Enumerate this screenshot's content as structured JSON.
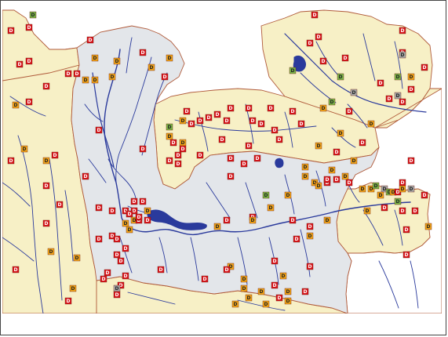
{
  "colors": {
    "background": "#ffffff",
    "region_outer": "#f7f0c6",
    "region_basin": "#e3e6ea",
    "region_border": "#b05a3a",
    "river": "#2a3a9c",
    "status_red": "#d8151b",
    "status_orange": "#f2a519",
    "status_green": "#7ab648",
    "status_gray": "#a9a9a9",
    "label_light": "#ffffff",
    "label_dark": "#222222"
  },
  "marker_label": "D",
  "markers": [
    {
      "status": "red",
      "x": 0.71,
      "y": 0.04
    },
    {
      "status": "green",
      "x": 0.07,
      "y": 0.04
    },
    {
      "status": "red",
      "x": 0.06,
      "y": 0.08
    },
    {
      "status": "red",
      "x": 0.02,
      "y": 0.09
    },
    {
      "status": "red",
      "x": 0.91,
      "y": 0.09
    },
    {
      "status": "red",
      "x": 0.72,
      "y": 0.11
    },
    {
      "status": "red",
      "x": 0.7,
      "y": 0.13
    },
    {
      "status": "red",
      "x": 0.91,
      "y": 0.16
    },
    {
      "status": "red",
      "x": 0.2,
      "y": 0.12
    },
    {
      "status": "orange",
      "x": 0.21,
      "y": 0.18
    },
    {
      "status": "red",
      "x": 0.32,
      "y": 0.16
    },
    {
      "status": "red",
      "x": 0.06,
      "y": 0.19
    },
    {
      "status": "red",
      "x": 0.04,
      "y": 0.2
    },
    {
      "status": "orange",
      "x": 0.26,
      "y": 0.19
    },
    {
      "status": "orange",
      "x": 0.34,
      "y": 0.21
    },
    {
      "status": "orange",
      "x": 0.38,
      "y": 0.18
    },
    {
      "status": "red",
      "x": 0.78,
      "y": 0.18
    },
    {
      "status": "gray",
      "x": 0.91,
      "y": 0.17
    },
    {
      "status": "red",
      "x": 0.73,
      "y": 0.19
    },
    {
      "status": "red",
      "x": 0.96,
      "y": 0.21
    },
    {
      "status": "red",
      "x": 0.15,
      "y": 0.23
    },
    {
      "status": "red",
      "x": 0.17,
      "y": 0.23
    },
    {
      "status": "orange",
      "x": 0.25,
      "y": 0.24
    },
    {
      "status": "orange",
      "x": 0.21,
      "y": 0.25
    },
    {
      "status": "orange",
      "x": 0.19,
      "y": 0.25
    },
    {
      "status": "green",
      "x": 0.66,
      "y": 0.22
    },
    {
      "status": "green",
      "x": 0.77,
      "y": 0.24
    },
    {
      "status": "green",
      "x": 0.9,
      "y": 0.24
    },
    {
      "status": "red",
      "x": 0.86,
      "y": 0.26
    },
    {
      "status": "orange",
      "x": 0.93,
      "y": 0.24
    },
    {
      "status": "red",
      "x": 0.37,
      "y": 0.24
    },
    {
      "status": "red",
      "x": 0.1,
      "y": 0.27
    },
    {
      "status": "red",
      "x": 0.93,
      "y": 0.28
    },
    {
      "status": "gray",
      "x": 0.8,
      "y": 0.29
    },
    {
      "status": "gray",
      "x": 0.9,
      "y": 0.3
    },
    {
      "status": "red",
      "x": 0.06,
      "y": 0.32
    },
    {
      "status": "orange",
      "x": 0.03,
      "y": 0.33
    },
    {
      "status": "green",
      "x": 0.75,
      "y": 0.32
    },
    {
      "status": "red",
      "x": 0.88,
      "y": 0.31
    },
    {
      "status": "red",
      "x": 0.91,
      "y": 0.32
    },
    {
      "status": "red",
      "x": 0.52,
      "y": 0.34
    },
    {
      "status": "red",
      "x": 0.42,
      "y": 0.35
    },
    {
      "status": "red",
      "x": 0.49,
      "y": 0.36
    },
    {
      "status": "red",
      "x": 0.51,
      "y": 0.38
    },
    {
      "status": "red",
      "x": 0.47,
      "y": 0.37
    },
    {
      "status": "red",
      "x": 0.45,
      "y": 0.38
    },
    {
      "status": "red",
      "x": 0.61,
      "y": 0.34
    },
    {
      "status": "red",
      "x": 0.66,
      "y": 0.35
    },
    {
      "status": "red",
      "x": 0.56,
      "y": 0.34
    },
    {
      "status": "orange",
      "x": 0.73,
      "y": 0.34
    },
    {
      "status": "red",
      "x": 0.79,
      "y": 0.35
    },
    {
      "status": "orange",
      "x": 0.41,
      "y": 0.38
    },
    {
      "status": "red",
      "x": 0.43,
      "y": 0.39
    },
    {
      "status": "orange",
      "x": 0.38,
      "y": 0.43
    },
    {
      "status": "green",
      "x": 0.38,
      "y": 0.4
    },
    {
      "status": "red",
      "x": 0.57,
      "y": 0.38
    },
    {
      "status": "red",
      "x": 0.59,
      "y": 0.39
    },
    {
      "status": "red",
      "x": 0.62,
      "y": 0.41
    },
    {
      "status": "red",
      "x": 0.68,
      "y": 0.39
    },
    {
      "status": "orange",
      "x": 0.77,
      "y": 0.42
    },
    {
      "status": "orange",
      "x": 0.84,
      "y": 0.39
    },
    {
      "status": "red",
      "x": 0.82,
      "y": 0.45
    },
    {
      "status": "red",
      "x": 0.22,
      "y": 0.41
    },
    {
      "status": "orange",
      "x": 0.41,
      "y": 0.45
    },
    {
      "status": "red",
      "x": 0.39,
      "y": 0.45
    },
    {
      "status": "red",
      "x": 0.41,
      "y": 0.47
    },
    {
      "status": "red",
      "x": 0.4,
      "y": 0.49
    },
    {
      "status": "red",
      "x": 0.5,
      "y": 0.44
    },
    {
      "status": "red",
      "x": 0.32,
      "y": 0.47
    },
    {
      "status": "red",
      "x": 0.56,
      "y": 0.46
    },
    {
      "status": "red",
      "x": 0.63,
      "y": 0.44
    },
    {
      "status": "orange",
      "x": 0.72,
      "y": 0.46
    },
    {
      "status": "red",
      "x": 0.76,
      "y": 0.48
    },
    {
      "status": "red",
      "x": 0.52,
      "y": 0.5
    },
    {
      "status": "red",
      "x": 0.58,
      "y": 0.5
    },
    {
      "status": "red",
      "x": 0.45,
      "y": 0.49
    },
    {
      "status": "orange",
      "x": 0.05,
      "y": 0.47
    },
    {
      "status": "red",
      "x": 0.02,
      "y": 0.51
    },
    {
      "status": "red",
      "x": 0.12,
      "y": 0.49
    },
    {
      "status": "orange",
      "x": 0.1,
      "y": 0.51
    },
    {
      "status": "red",
      "x": 0.38,
      "y": 0.51
    },
    {
      "status": "red",
      "x": 0.4,
      "y": 0.52
    },
    {
      "status": "red",
      "x": 0.55,
      "y": 0.52
    },
    {
      "status": "orange",
      "x": 0.69,
      "y": 0.53
    },
    {
      "status": "orange",
      "x": 0.8,
      "y": 0.51
    },
    {
      "status": "red",
      "x": 0.93,
      "y": 0.51
    },
    {
      "status": "orange",
      "x": 0.75,
      "y": 0.54
    },
    {
      "status": "red",
      "x": 0.91,
      "y": 0.58
    },
    {
      "status": "red",
      "x": 0.79,
      "y": 0.58
    },
    {
      "status": "red",
      "x": 0.76,
      "y": 0.57
    },
    {
      "status": "red",
      "x": 0.74,
      "y": 0.58
    },
    {
      "status": "red",
      "x": 0.52,
      "y": 0.56
    },
    {
      "status": "orange",
      "x": 0.69,
      "y": 0.56
    },
    {
      "status": "orange",
      "x": 0.71,
      "y": 0.58
    },
    {
      "status": "orange",
      "x": 0.72,
      "y": 0.59
    },
    {
      "status": "red",
      "x": 0.74,
      "y": 0.57
    },
    {
      "status": "orange",
      "x": 0.78,
      "y": 0.56
    },
    {
      "status": "red",
      "x": 0.19,
      "y": 0.56
    },
    {
      "status": "red",
      "x": 0.1,
      "y": 0.59
    },
    {
      "status": "orange",
      "x": 0.82,
      "y": 0.6
    },
    {
      "status": "orange",
      "x": 0.84,
      "y": 0.6
    },
    {
      "status": "green",
      "x": 0.85,
      "y": 0.59
    },
    {
      "status": "gray",
      "x": 0.87,
      "y": 0.6
    },
    {
      "status": "orange",
      "x": 0.86,
      "y": 0.62
    },
    {
      "status": "green",
      "x": 0.88,
      "y": 0.61
    },
    {
      "status": "orange",
      "x": 0.89,
      "y": 0.61
    },
    {
      "status": "red",
      "x": 0.9,
      "y": 0.61
    },
    {
      "status": "orange",
      "x": 0.91,
      "y": 0.6
    },
    {
      "status": "gray",
      "x": 0.93,
      "y": 0.6
    },
    {
      "status": "green",
      "x": 0.6,
      "y": 0.62
    },
    {
      "status": "orange",
      "x": 0.65,
      "y": 0.62
    },
    {
      "status": "red",
      "x": 0.96,
      "y": 0.62
    },
    {
      "status": "green",
      "x": 0.9,
      "y": 0.64
    },
    {
      "status": "red",
      "x": 0.87,
      "y": 0.66
    },
    {
      "status": "orange",
      "x": 0.83,
      "y": 0.67
    },
    {
      "status": "red",
      "x": 0.91,
      "y": 0.67
    },
    {
      "status": "red",
      "x": 0.94,
      "y": 0.67
    },
    {
      "status": "red",
      "x": 0.13,
      "y": 0.65
    },
    {
      "status": "red",
      "x": 0.3,
      "y": 0.64
    },
    {
      "status": "red",
      "x": 0.32,
      "y": 0.64
    },
    {
      "status": "red",
      "x": 0.22,
      "y": 0.66
    },
    {
      "status": "red",
      "x": 0.25,
      "y": 0.67
    },
    {
      "status": "red",
      "x": 0.28,
      "y": 0.67
    },
    {
      "status": "red",
      "x": 0.3,
      "y": 0.67
    },
    {
      "status": "red",
      "x": 0.29,
      "y": 0.68
    },
    {
      "status": "orange",
      "x": 0.3,
      "y": 0.7
    },
    {
      "status": "red",
      "x": 0.31,
      "y": 0.7
    },
    {
      "status": "red",
      "x": 0.33,
      "y": 0.7
    },
    {
      "status": "red",
      "x": 0.31,
      "y": 0.69
    },
    {
      "status": "orange",
      "x": 0.33,
      "y": 0.67
    },
    {
      "status": "orange",
      "x": 0.61,
      "y": 0.66
    },
    {
      "status": "red",
      "x": 0.57,
      "y": 0.69
    },
    {
      "status": "orange",
      "x": 0.57,
      "y": 0.7
    },
    {
      "status": "red",
      "x": 0.66,
      "y": 0.7
    },
    {
      "status": "orange",
      "x": 0.74,
      "y": 0.7
    },
    {
      "status": "red",
      "x": 0.51,
      "y": 0.7
    },
    {
      "status": "orange",
      "x": 0.28,
      "y": 0.71
    },
    {
      "status": "red",
      "x": 0.1,
      "y": 0.71
    },
    {
      "status": "orange",
      "x": 0.49,
      "y": 0.72
    },
    {
      "status": "red",
      "x": 0.7,
      "y": 0.72
    },
    {
      "status": "orange",
      "x": 0.97,
      "y": 0.72
    },
    {
      "status": "red",
      "x": 0.92,
      "y": 0.73
    },
    {
      "status": "orange",
      "x": 0.29,
      "y": 0.73
    },
    {
      "status": "red",
      "x": 0.25,
      "y": 0.75
    },
    {
      "status": "red",
      "x": 0.22,
      "y": 0.76
    },
    {
      "status": "red",
      "x": 0.26,
      "y": 0.76
    },
    {
      "status": "orange",
      "x": 0.7,
      "y": 0.75
    },
    {
      "status": "red",
      "x": 0.67,
      "y": 0.76
    },
    {
      "status": "red",
      "x": 0.28,
      "y": 0.79
    },
    {
      "status": "orange",
      "x": 0.11,
      "y": 0.8
    },
    {
      "status": "red",
      "x": 0.26,
      "y": 0.81
    },
    {
      "status": "orange",
      "x": 0.17,
      "y": 0.82
    },
    {
      "status": "red",
      "x": 0.27,
      "y": 0.83
    },
    {
      "status": "red",
      "x": 0.92,
      "y": 0.81
    },
    {
      "status": "red",
      "x": 0.62,
      "y": 0.83
    },
    {
      "status": "orange",
      "x": 0.52,
      "y": 0.85
    },
    {
      "status": "red",
      "x": 0.36,
      "y": 0.86
    },
    {
      "status": "red",
      "x": 0.51,
      "y": 0.86
    },
    {
      "status": "red",
      "x": 0.7,
      "y": 0.85
    },
    {
      "status": "red",
      "x": 0.03,
      "y": 0.86
    },
    {
      "status": "red",
      "x": 0.24,
      "y": 0.87
    },
    {
      "status": "red",
      "x": 0.28,
      "y": 0.88
    },
    {
      "status": "orange",
      "x": 0.64,
      "y": 0.88
    },
    {
      "status": "red",
      "x": 0.23,
      "y": 0.89
    },
    {
      "status": "red",
      "x": 0.46,
      "y": 0.89
    },
    {
      "status": "orange",
      "x": 0.55,
      "y": 0.89
    },
    {
      "status": "red",
      "x": 0.27,
      "y": 0.91
    },
    {
      "status": "gray",
      "x": 0.26,
      "y": 0.92
    },
    {
      "status": "orange",
      "x": 0.16,
      "y": 0.92
    },
    {
      "status": "red",
      "x": 0.26,
      "y": 0.94
    },
    {
      "status": "orange",
      "x": 0.55,
      "y": 0.92
    },
    {
      "status": "orange",
      "x": 0.59,
      "y": 0.93
    },
    {
      "status": "orange",
      "x": 0.65,
      "y": 0.93
    },
    {
      "status": "red",
      "x": 0.69,
      "y": 0.93
    },
    {
      "status": "red",
      "x": 0.62,
      "y": 0.91
    },
    {
      "status": "orange",
      "x": 0.56,
      "y": 0.95
    },
    {
      "status": "red",
      "x": 0.63,
      "y": 0.95
    },
    {
      "status": "orange",
      "x": 0.65,
      "y": 0.96
    },
    {
      "status": "orange",
      "x": 0.6,
      "y": 0.97
    },
    {
      "status": "orange",
      "x": 0.53,
      "y": 0.97
    },
    {
      "status": "red",
      "x": 0.15,
      "y": 0.96
    }
  ]
}
